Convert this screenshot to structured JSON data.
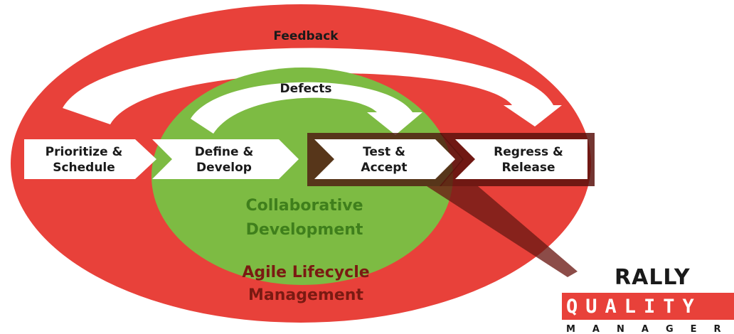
{
  "colors": {
    "lifecycle_red": "#e8413a",
    "collaborative_green": "#7dbb43",
    "highlight_frame": "#4d1510",
    "step_fill": "#ffffff"
  },
  "loops": {
    "outer": "Feedback",
    "inner": "Defects"
  },
  "steps": [
    {
      "line1": "Prioritize &",
      "line2": "Schedule"
    },
    {
      "line1": "Define &",
      "line2": "Develop"
    },
    {
      "line1": "Test &",
      "line2": "Accept"
    },
    {
      "line1": "Regress &",
      "line2": "Release"
    }
  ],
  "regions": {
    "inner": {
      "line1": "Collaborative",
      "line2": "Development"
    },
    "outer": {
      "line1": "Agile Lifecycle",
      "line2": "Management"
    }
  },
  "logo": {
    "top": "RALLY",
    "middle": "QUALITY",
    "bottom": "MANAGER"
  }
}
